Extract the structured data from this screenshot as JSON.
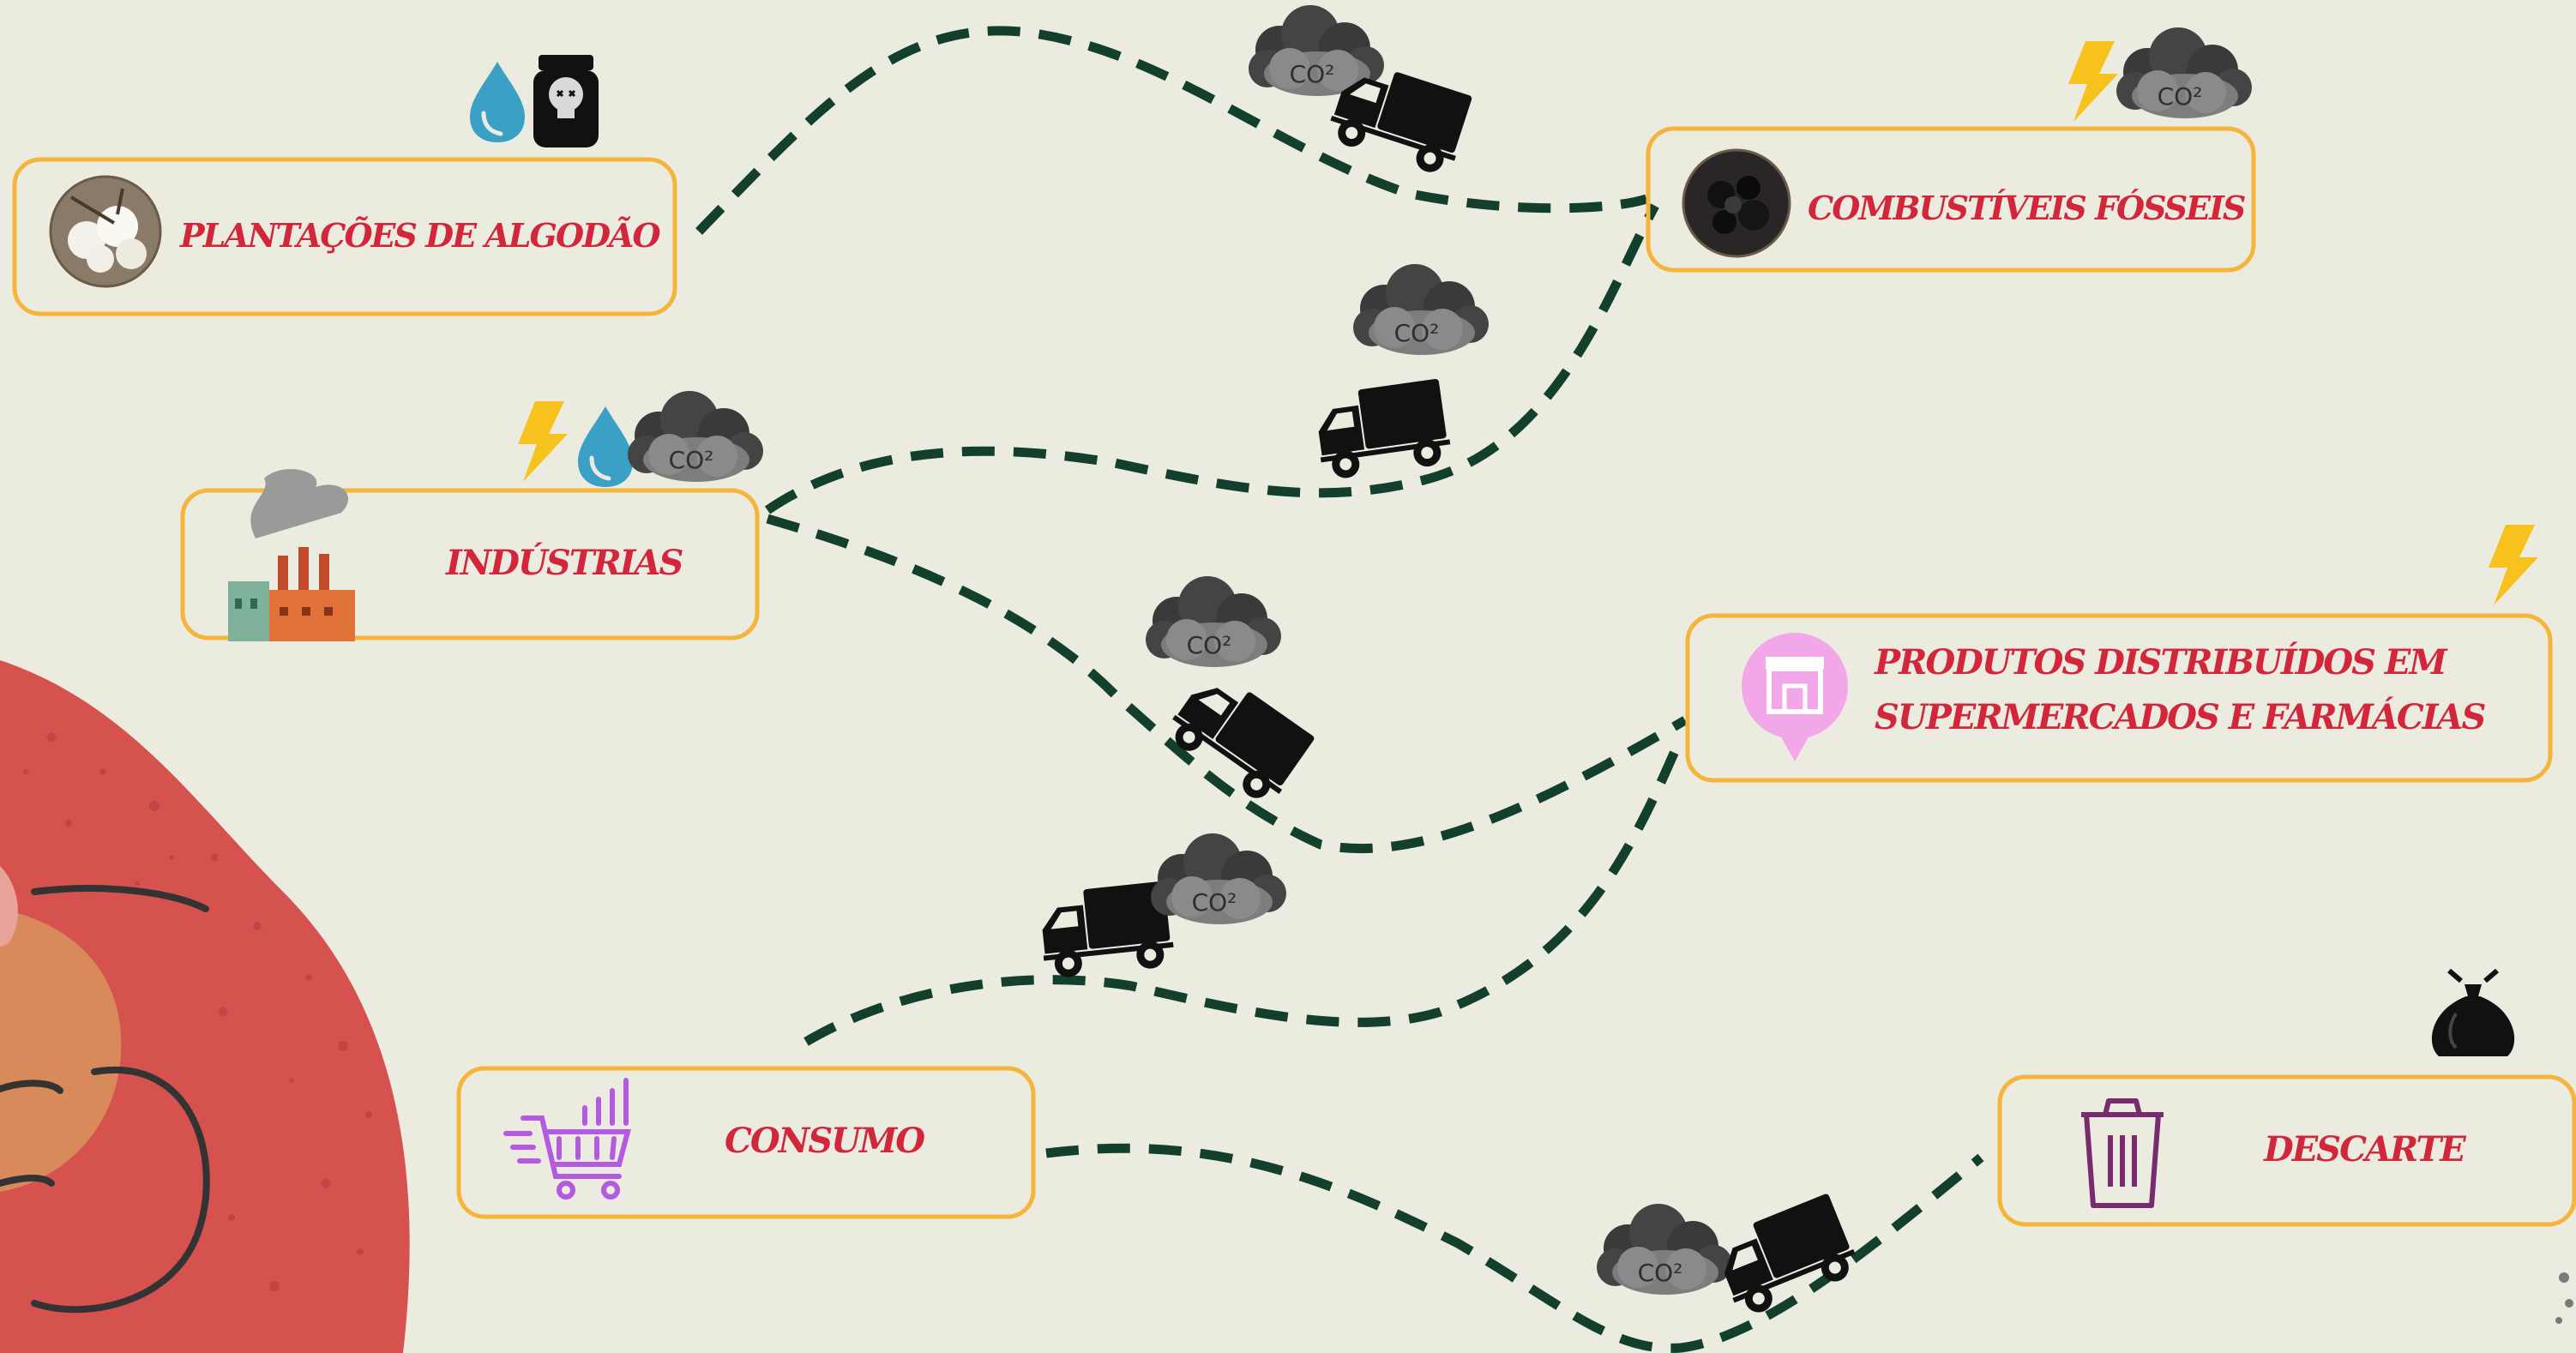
{
  "nodes": {
    "plantacoes": "PLANTAÇÕES DE ALGODÃO",
    "combustiveis": "COMBUSTÍVEIS FÓSSEIS",
    "industrias": "INDÚSTRIAS",
    "produtos_line1": "PRODUTOS DISTRIBUÍDOS EM",
    "produtos_line2": "SUPERMERCADOS E FARMÁCIAS",
    "consumo": "CONSUMO",
    "descarte": "DESCARTE"
  },
  "icons": {
    "co2": "CO²"
  },
  "colors": {
    "background": "#ecebdf",
    "box_border": "#f5b43a",
    "label_text": "#d2263b",
    "path_dash": "#12402c",
    "lightning": "#f7c21d",
    "water": "#3aa0c6",
    "cloud": "#4a4a4a",
    "blob_red": "#d6524f",
    "blob_orange": "#d98a5a"
  }
}
